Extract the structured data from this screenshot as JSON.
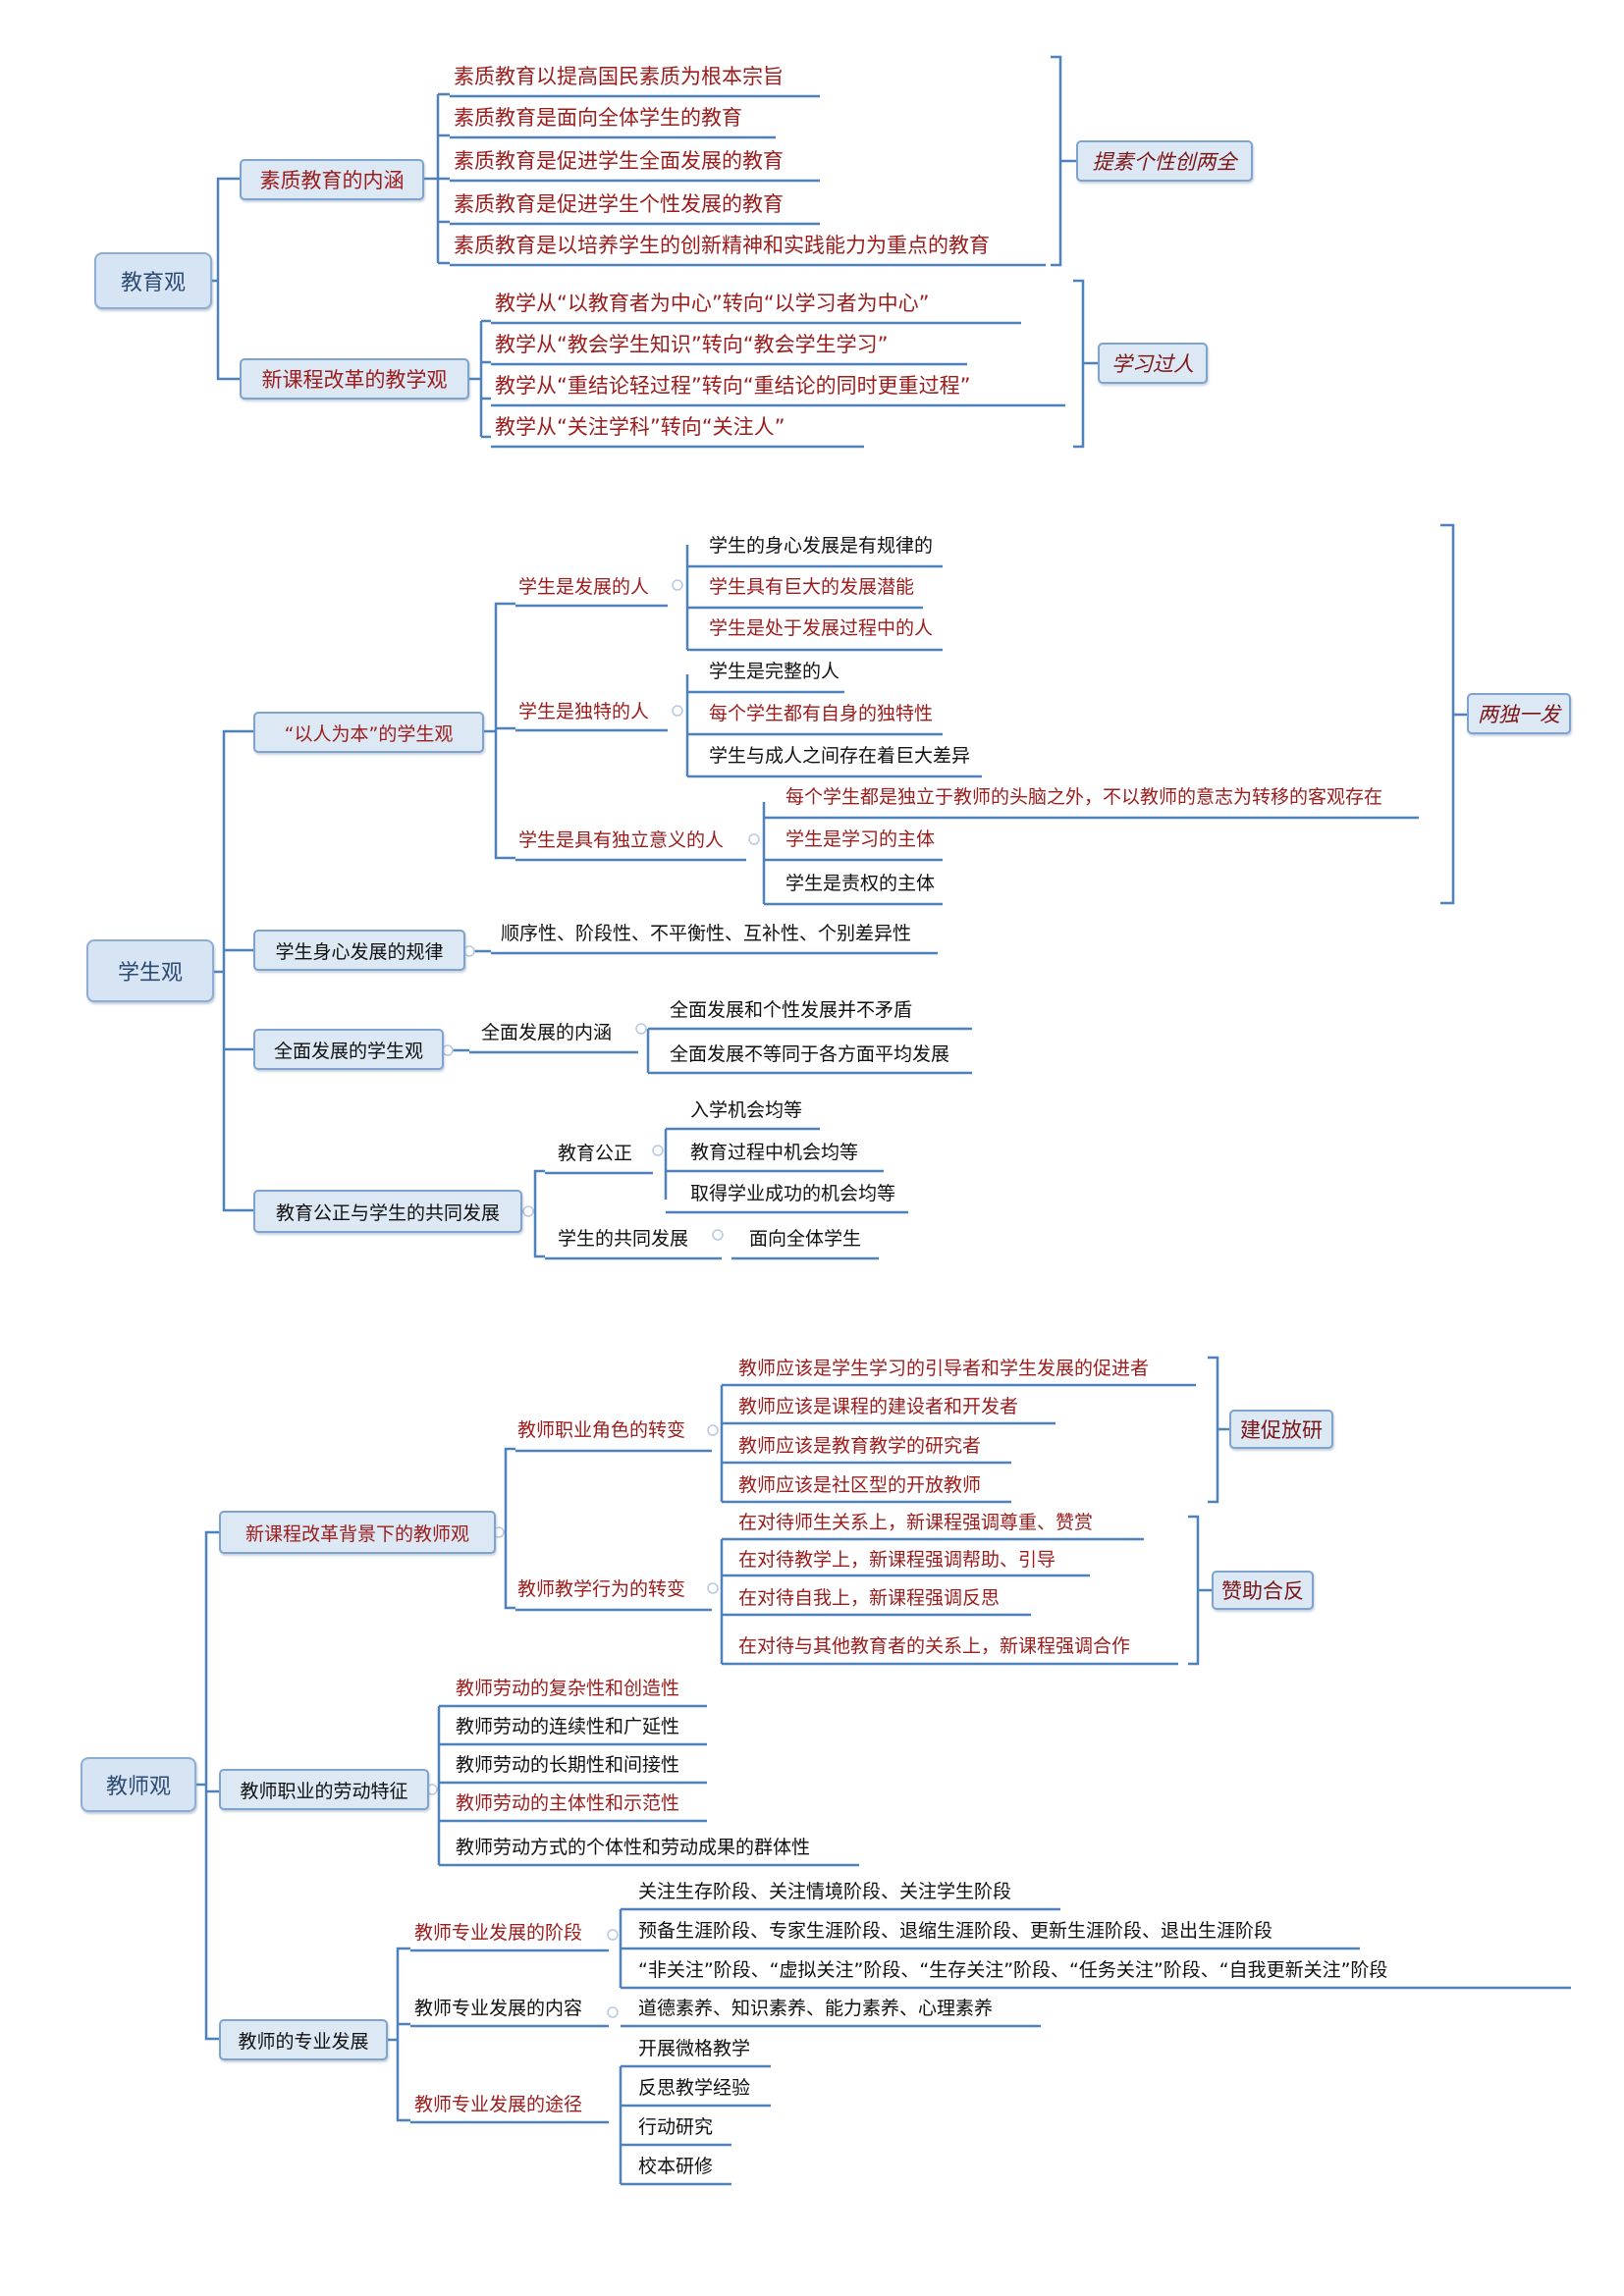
{
  "section1": {
    "root": "教育观",
    "branch1": {
      "label": "素质教育的内涵",
      "items": [
        "素质教育以提高国民素质为根本宗旨",
        "素质教育是面向全体学生的教育",
        "素质教育是促进学生全面发展的教育",
        "素质教育是促进学生个性发展的教育",
        "素质教育是以培养学生的创新精神和实践能力为重点的教育"
      ],
      "summary": "提素个性创两全"
    },
    "branch2": {
      "label": "新课程改革的教学观",
      "items": [
        "教学从“以教育者为中心”转向“以学习者为中心”",
        "教学从“教会学生知识”转向“教会学生学习”",
        "教学从“重结论轻过程”转向“重结论的同时更重过程”",
        "教学从“关注学科”转向“关注人”"
      ],
      "summary": "学习过人"
    }
  },
  "section2": {
    "root": "学生观",
    "branch1": {
      "label": "“以人为本”的学生观",
      "groups": [
        {
          "label": "学生是发展的人",
          "items": [
            "学生的身心发展是有规律的",
            "学生具有巨大的发展潜能",
            "学生是处于发展过程中的人"
          ]
        },
        {
          "label": "学生是独特的人",
          "items": [
            "学生是完整的人",
            "每个学生都有自身的独特性",
            "学生与成人之间存在着巨大差异"
          ]
        },
        {
          "label": "学生是具有独立意义的人",
          "items": [
            "每个学生都是独立于教师的头脑之外，不以教师的意志为转移的客观存在",
            "学生是学习的主体",
            "学生是责权的主体"
          ]
        }
      ],
      "summary": "两独一发"
    },
    "branch2": {
      "label": "学生身心发展的规律",
      "value": "顺序性、阶段性、不平衡性、互补性、个别差异性"
    },
    "branch3": {
      "label": "全面发展的学生观",
      "sub": "全面发展的内涵",
      "items": [
        "全面发展和个性发展并不矛盾",
        "全面发展不等同于各方面平均发展"
      ]
    },
    "branch4": {
      "label": "教育公正与学生的共同发展",
      "sub1": "教育公正",
      "items1": [
        "入学机会均等",
        "教育过程中机会均等",
        "取得学业成功的机会均等"
      ],
      "sub2": "学生的共同发展",
      "value2": "面向全体学生"
    }
  },
  "section3": {
    "root": "教师观",
    "branch1": {
      "label": "新课程改革背景下的教师观",
      "sub1": "教师职业角色的转变",
      "items1": [
        "教师应该是学生学习的引导者和学生发展的促进者",
        "教师应该是课程的建设者和开发者",
        "教师应该是教育教学的研究者",
        "教师应该是社区型的开放教师"
      ],
      "summary1": "建促放研",
      "sub2": "教师教学行为的转变",
      "items2": [
        "在对待师生关系上，新课程强调尊重、赞赏",
        "在对待教学上，新课程强调帮助、引导",
        "在对待自我上，新课程强调反思",
        "在对待与其他教育者的关系上，新课程强调合作"
      ],
      "summary2": "赞助合反"
    },
    "branch2": {
      "label": "教师职业的劳动特征",
      "items": [
        "教师劳动的复杂性和创造性",
        "教师劳动的连续性和广延性",
        "教师劳动的长期性和间接性",
        "教师劳动的主体性和示范性",
        "教师劳动方式的个体性和劳动成果的群体性"
      ]
    },
    "branch3": {
      "label": "教师的专业发展",
      "sub1": "教师专业发展的阶段",
      "items1": [
        "关注生存阶段、关注情境阶段、关注学生阶段",
        "预备生涯阶段、专家生涯阶段、退缩生涯阶段、更新生涯阶段、退出生涯阶段",
        "“非关注”阶段、“虚拟关注”阶段、“生存关注”阶段、“任务关注”阶段、“自我更新关注”阶段"
      ],
      "sub2": "教师专业发展的内容",
      "value2": "道德素养、知识素养、能力素养、心理素养",
      "sub3": "教师专业发展的途径",
      "items3": [
        "开展微格教学",
        "反思教学经验",
        "行动研究",
        "校本研修"
      ]
    }
  },
  "colors": {
    "line": "#4f81bd",
    "red_text": "#9b1c1c",
    "black_text": "#111111",
    "box_fill": "#dde8f5",
    "box_border": "#7ea3cd"
  }
}
